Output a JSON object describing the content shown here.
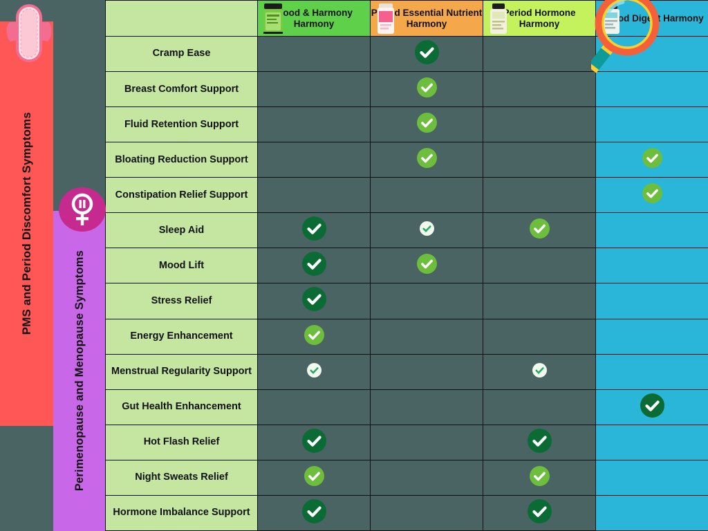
{
  "categories": [
    {
      "id": "pms",
      "label": "PMS and Period Discomfort Symptoms",
      "color": "#ff5656",
      "icon": "sanitary-pad-icon"
    },
    {
      "id": "peri",
      "label": "Perimenopause and Menopause Symptoms",
      "color": "#c867e8",
      "icon": "venus-pause-icon"
    }
  ],
  "table": {
    "corner_label": "",
    "columns": [
      {
        "id": "mood",
        "label": "Mood & Harmony Harmony",
        "header_color": "#5fd04a",
        "cell_color": "#4a6363",
        "bottle": "green-jar-icon",
        "highlighted": false
      },
      {
        "id": "ess",
        "label": "Period Essential Nutrient Harmony",
        "header_color": "#f5a84a",
        "cell_color": "#4a6363",
        "bottle": "pink-bottle-icon",
        "highlighted": false
      },
      {
        "id": "horm",
        "label": "Period Hormone Harmony",
        "header_color": "#c3f25c",
        "cell_color": "#4a6363",
        "bottle": "cream-bottle-icon",
        "highlighted": false
      },
      {
        "id": "dig",
        "label": "Period Digest Harmony",
        "header_color": "#29b6d8",
        "cell_color": "#29b6d8",
        "bottle": "teal-bottle-icon",
        "highlighted": true
      }
    ],
    "rows": [
      {
        "label": "Cramp Ease",
        "marks": [
          "",
          "dark",
          "",
          ""
        ]
      },
      {
        "label": "Breast Comfort Support",
        "marks": [
          "",
          "light",
          "",
          ""
        ]
      },
      {
        "label": "Fluid Retention Support",
        "marks": [
          "",
          "light",
          "",
          ""
        ]
      },
      {
        "label": "Bloating Reduction Support",
        "marks": [
          "",
          "light",
          "",
          "light"
        ]
      },
      {
        "label": "Constipation Relief Support",
        "marks": [
          "",
          "",
          "",
          "light"
        ]
      },
      {
        "label": "Sleep Aid",
        "marks": [
          "dark",
          "pale",
          "light",
          ""
        ]
      },
      {
        "label": "Mood Lift",
        "marks": [
          "dark",
          "light",
          "",
          ""
        ]
      },
      {
        "label": "Stress Relief",
        "marks": [
          "dark",
          "",
          "",
          ""
        ]
      },
      {
        "label": "Energy Enhancement",
        "marks": [
          "light",
          "",
          "",
          ""
        ]
      },
      {
        "label": "Menstrual Regularity Support",
        "marks": [
          "pale",
          "",
          "pale",
          ""
        ]
      },
      {
        "label": "Gut Health Enhancement",
        "marks": [
          "",
          "",
          "",
          "dark"
        ]
      },
      {
        "label": "Hot Flash Relief",
        "marks": [
          "dark",
          "",
          "dark",
          ""
        ]
      },
      {
        "label": "Night Sweats Relief",
        "marks": [
          "light",
          "",
          "light",
          ""
        ]
      },
      {
        "label": "Hormone Imbalance Support",
        "marks": [
          "dark",
          "",
          "dark",
          ""
        ]
      }
    ]
  },
  "highlight": {
    "target_column": "Period Digest Harmony",
    "marker": "magnifying-glass-icon",
    "rim_color": "#f4603a",
    "inner_ring_color": "#ffcf2e",
    "handle_color": "#0f9a9a"
  },
  "colors": {
    "background": "#4a6363",
    "row_label_bg": "#c5e6a0",
    "cell_bg": "#4a6363",
    "highlight_cell_bg": "#29b6d8",
    "check_dark": "#0b6b35",
    "check_light": "#6cbe3c",
    "check_pale": "#f2f8ec",
    "grid_line": "#111111"
  }
}
